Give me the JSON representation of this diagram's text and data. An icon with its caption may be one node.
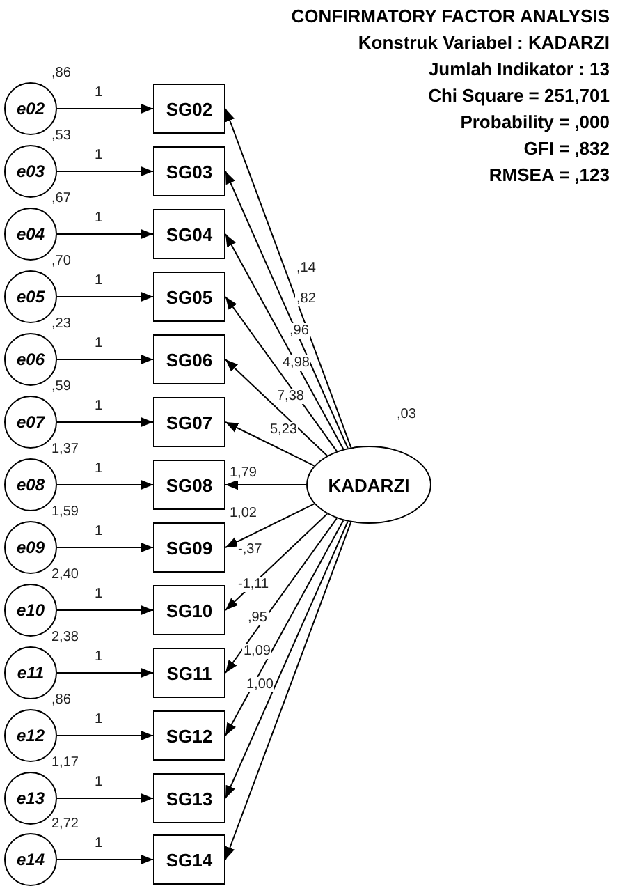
{
  "diagram": {
    "title": "CONFIRMATORY FACTOR ANALYSIS",
    "nodes": [
      {
        "text": [
          "e02"
        ],
        "beside": [
          ",86"
        ]
      },
      {
        "text": [
          "SG02"
        ]
      },
      {
        "text": [
          "e03"
        ],
        "beside": [
          ",53"
        ]
      },
      {
        "text": [
          "SG03"
        ]
      },
      {
        "text": [
          "e04"
        ],
        "beside": [
          ",67"
        ]
      },
      {
        "text": [
          "SG04"
        ]
      },
      {
        "text": [
          "e05"
        ],
        "beside": [
          ",70"
        ]
      },
      {
        "text": [
          "SG05"
        ]
      },
      {
        "text": [
          "e06"
        ],
        "beside": [
          ",23"
        ]
      },
      {
        "text": [
          "SG06"
        ]
      },
      {
        "text": [
          "e07"
        ],
        "beside": [
          ",59"
        ]
      },
      {
        "text": [
          "SG07"
        ]
      },
      {
        "text": [
          "e08"
        ],
        "beside": [
          "1,37"
        ]
      },
      {
        "text": [
          "SG08"
        ]
      },
      {
        "text": [
          "e09"
        ],
        "beside": [
          "1,59"
        ]
      },
      {
        "text": [
          "SG09"
        ]
      },
      {
        "text": [
          "e10"
        ],
        "beside": [
          "2,40"
        ]
      },
      {
        "text": [
          "SG10"
        ]
      },
      {
        "text": [
          "e11"
        ],
        "beside": [
          "2,38"
        ]
      },
      {
        "text": [
          "SG11"
        ]
      },
      {
        "text": [
          "e12"
        ],
        "beside": [
          ",86"
        ]
      },
      {
        "text": [
          "SG12"
        ]
      },
      {
        "text": [
          "e13"
        ],
        "beside": [
          "1,17"
        ]
      },
      {
        "text": [
          "SG13"
        ]
      },
      {
        "text": [
          "e14"
        ],
        "beside": [
          "2,72"
        ]
      },
      {
        "text": [
          "SG14"
        ]
      },
      {
        "text": [
          "KADARZI"
        ],
        "beside": [
          ",03"
        ]
      }
    ],
    "edges": [
      {
        "from": 0,
        "to": 1,
        "arrow": "to",
        "label": "1"
      },
      {
        "from": 2,
        "to": 3,
        "arrow": "to",
        "label": "1"
      },
      {
        "from": 4,
        "to": 5,
        "arrow": "to",
        "label": "1"
      },
      {
        "from": 6,
        "to": 7,
        "arrow": "to",
        "label": "1"
      },
      {
        "from": 8,
        "to": 9,
        "arrow": "to",
        "label": "1"
      },
      {
        "from": 10,
        "to": 11,
        "arrow": "to",
        "label": "1"
      },
      {
        "from": 12,
        "to": 13,
        "arrow": "to",
        "label": "1"
      },
      {
        "from": 14,
        "to": 15,
        "arrow": "to",
        "label": "1"
      },
      {
        "from": 16,
        "to": 17,
        "arrow": "to",
        "label": "1"
      },
      {
        "from": 18,
        "to": 19,
        "arrow": "to",
        "label": "1"
      },
      {
        "from": 20,
        "to": 21,
        "arrow": "to",
        "label": "1"
      },
      {
        "from": 22,
        "to": 23,
        "arrow": "to",
        "label": "1"
      },
      {
        "from": 24,
        "to": 25,
        "arrow": "to",
        "label": "1"
      },
      {
        "from": 26,
        "to": 1,
        "arrow": "to",
        "label": ",14"
      },
      {
        "from": 26,
        "to": 3,
        "arrow": "to",
        "label": ",82"
      },
      {
        "from": 26,
        "to": 5,
        "arrow": "to",
        "label": ",96"
      },
      {
        "from": 26,
        "to": 7,
        "arrow": "to",
        "label": "4,98"
      },
      {
        "from": 26,
        "to": 9,
        "arrow": "to",
        "label": "7,38"
      },
      {
        "from": 26,
        "to": 11,
        "arrow": "to",
        "label": "5,23"
      },
      {
        "from": 26,
        "to": 13,
        "arrow": "to",
        "label": "1,79"
      },
      {
        "from": 26,
        "to": 15,
        "arrow": "to",
        "label": "1,02"
      },
      {
        "from": 26,
        "to": 17,
        "arrow": "to",
        "label": "-,37"
      },
      {
        "from": 26,
        "to": 19,
        "arrow": "to",
        "label": "-1,11"
      },
      {
        "from": 26,
        "to": 21,
        "arrow": "to",
        "label": ",95"
      },
      {
        "from": 26,
        "to": 23,
        "arrow": "to",
        "label": "1,09"
      },
      {
        "from": 26,
        "to": 25,
        "arrow": "to",
        "label": "1,00"
      }
    ],
    "labels": [
      "Konstruk Variabel : KADARZI",
      "Jumlah Indikator : 13",
      "Chi Square = 251,701",
      "Probability = ,000",
      "GFI = ,832",
      "RMSEA = ,123"
    ]
  }
}
